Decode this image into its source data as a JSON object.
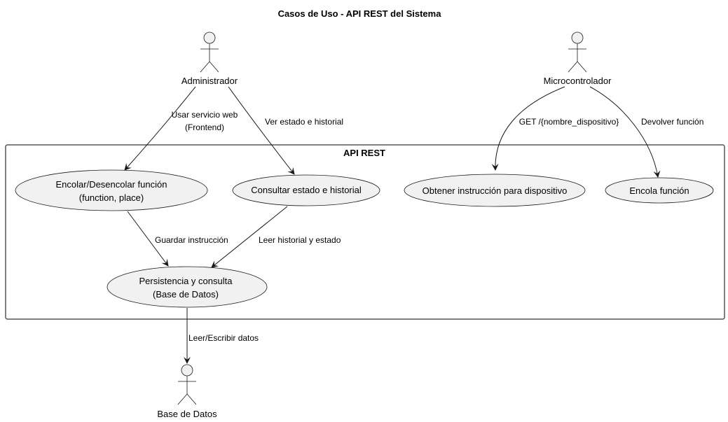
{
  "title": "Casos de Uso - API REST del Sistema",
  "package": {
    "label": "API REST"
  },
  "actors": {
    "admin": "Administrador",
    "micro": "Microcontrolador",
    "db": "Base de Datos"
  },
  "use_cases": {
    "encolar": [
      "Encolar/Desencolar función",
      "(function, place)"
    ],
    "consultar": [
      "Consultar estado e historial"
    ],
    "obtener": [
      "Obtener instrucción para dispositivo"
    ],
    "encola": [
      "Encola función"
    ],
    "persistencia": [
      "Persistencia y consulta",
      "(Base de Datos)"
    ]
  },
  "edges": {
    "admin_encolar": [
      "Usar servicio web",
      "(Frontend)"
    ],
    "admin_consultar": [
      "Ver estado e historial"
    ],
    "micro_obtener": [
      "GET /{nombre_dispositivo}"
    ],
    "micro_encola": [
      "Devolver función"
    ],
    "encolar_persist": [
      "Guardar instrucción"
    ],
    "consultar_persist": [
      "Leer historial y estado"
    ],
    "persist_db": [
      "Leer/Escribir datos"
    ]
  },
  "colors": {
    "node_fill": "#f1f1f1",
    "stroke": "#181818",
    "background": "#ffffff"
  }
}
